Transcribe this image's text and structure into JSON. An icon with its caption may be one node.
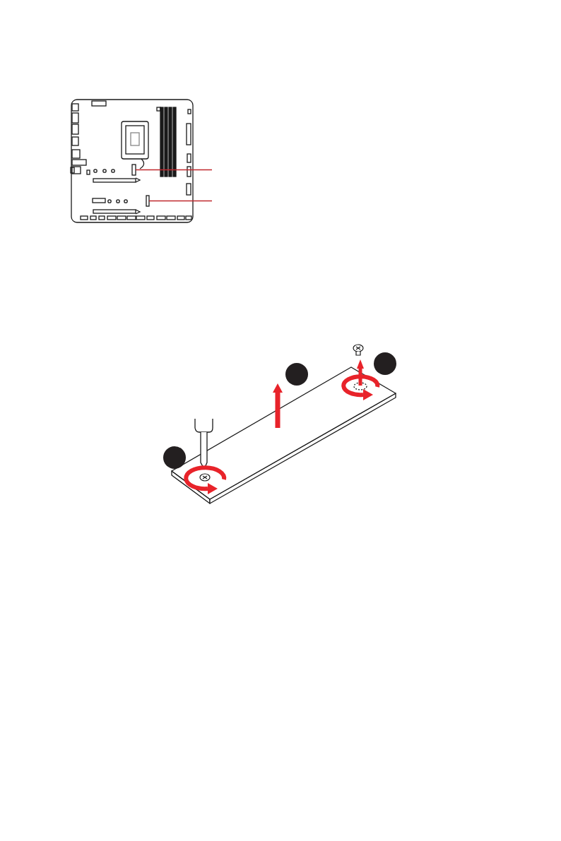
{
  "diagram": {
    "nodes": [
      {
        "text": [],
        "shape": "box"
      },
      {
        "text": [],
        "shape": "box"
      },
      {
        "text": [],
        "shape": "circle"
      },
      {
        "text": [],
        "shape": "circle"
      },
      {
        "text": [],
        "shape": "circle"
      }
    ],
    "edges": [
      {
        "from": 0,
        "to": null,
        "arrow": "none",
        "color": "#c0282d"
      },
      {
        "from": 1,
        "to": null,
        "arrow": "none",
        "color": "#c0282d"
      }
    ]
  }
}
